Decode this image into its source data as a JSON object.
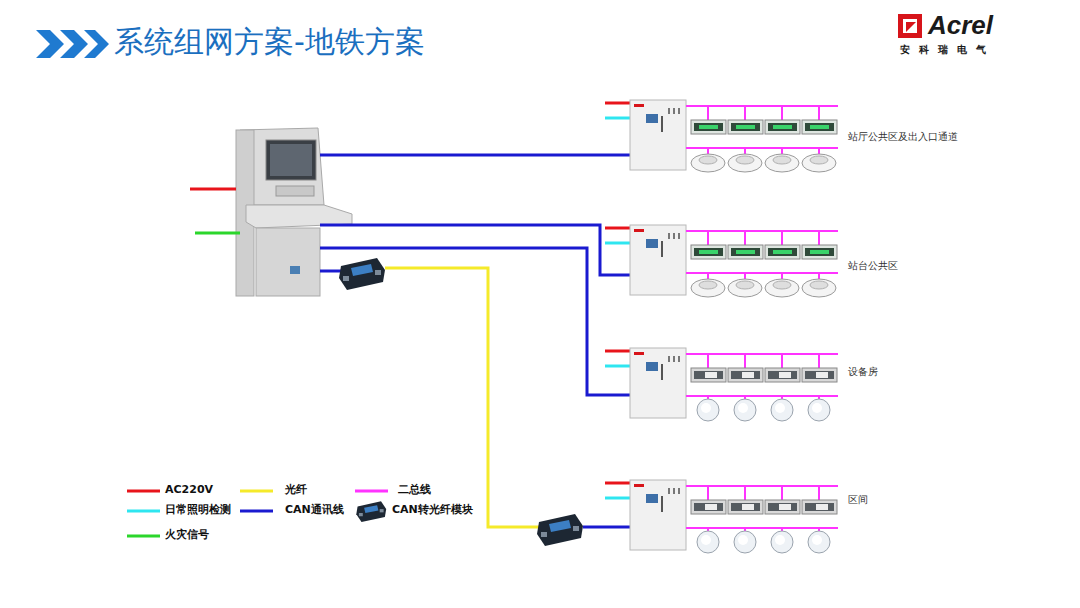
{
  "diagram": {
    "title": "系统组网方案-地铁方案",
    "labels": [
      "Acrel",
      "安科瑞电气",
      "站厅公共区及出入口通道",
      "站台公共区",
      "设备房",
      "区间"
    ],
    "legend": [
      {
        "text": "AC220V"
      },
      {
        "text": "光纤"
      },
      {
        "text": "二总线"
      },
      {
        "text": "日常照明检测"
      },
      {
        "text": "CAN通讯线"
      },
      {
        "text": "CAN转光纤模块"
      },
      {
        "text": "火灾信号"
      }
    ]
  }
}
